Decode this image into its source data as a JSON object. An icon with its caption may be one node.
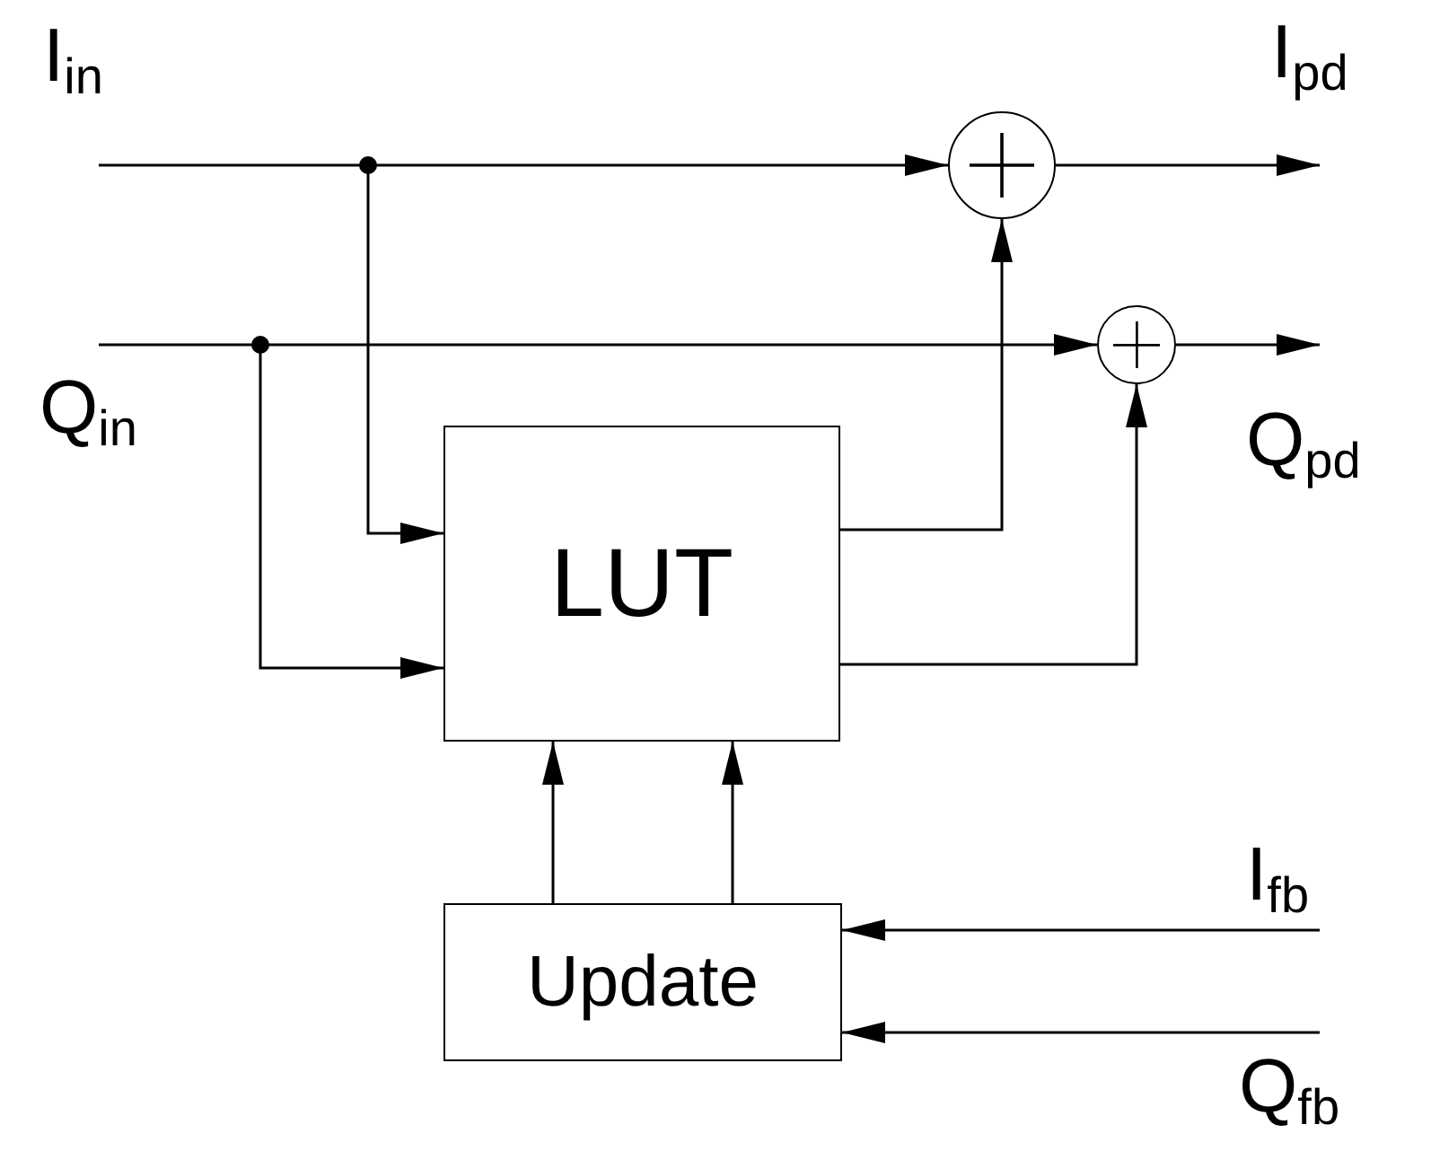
{
  "diagram": {
    "nodes": [
      {
        "text": [],
        "shape": "circle"
      },
      {
        "text": [],
        "shape": "circle"
      },
      {
        "text": [
          "LUT"
        ]
      },
      {
        "text": [
          "Update"
        ]
      }
    ],
    "edges": [
      {
        "from": null,
        "to": 0,
        "arrow": "to"
      },
      {
        "from": null,
        "to": 2,
        "arrow": "to"
      },
      {
        "from": null,
        "to": 1,
        "arrow": "to"
      },
      {
        "from": null,
        "to": 2,
        "arrow": "to"
      },
      {
        "from": 0,
        "to": null,
        "arrow": "to"
      },
      {
        "from": 1,
        "to": null,
        "arrow": "to"
      },
      {
        "from": 2,
        "to": 0,
        "arrow": "to"
      },
      {
        "from": 2,
        "to": 1,
        "arrow": "to"
      },
      {
        "from": 3,
        "to": 2,
        "arrow": "to"
      },
      {
        "from": 3,
        "to": 2,
        "arrow": "to"
      },
      {
        "from": null,
        "to": 3,
        "arrow": "to"
      },
      {
        "from": null,
        "to": 3,
        "arrow": "to"
      }
    ],
    "labels": [
      "I$_{in}$",
      "Q$_{in}$",
      "I$_{pd}$",
      "Q$_{pd}$",
      "I$_{fb}$",
      "Q$_{fb}$"
    ]
  }
}
